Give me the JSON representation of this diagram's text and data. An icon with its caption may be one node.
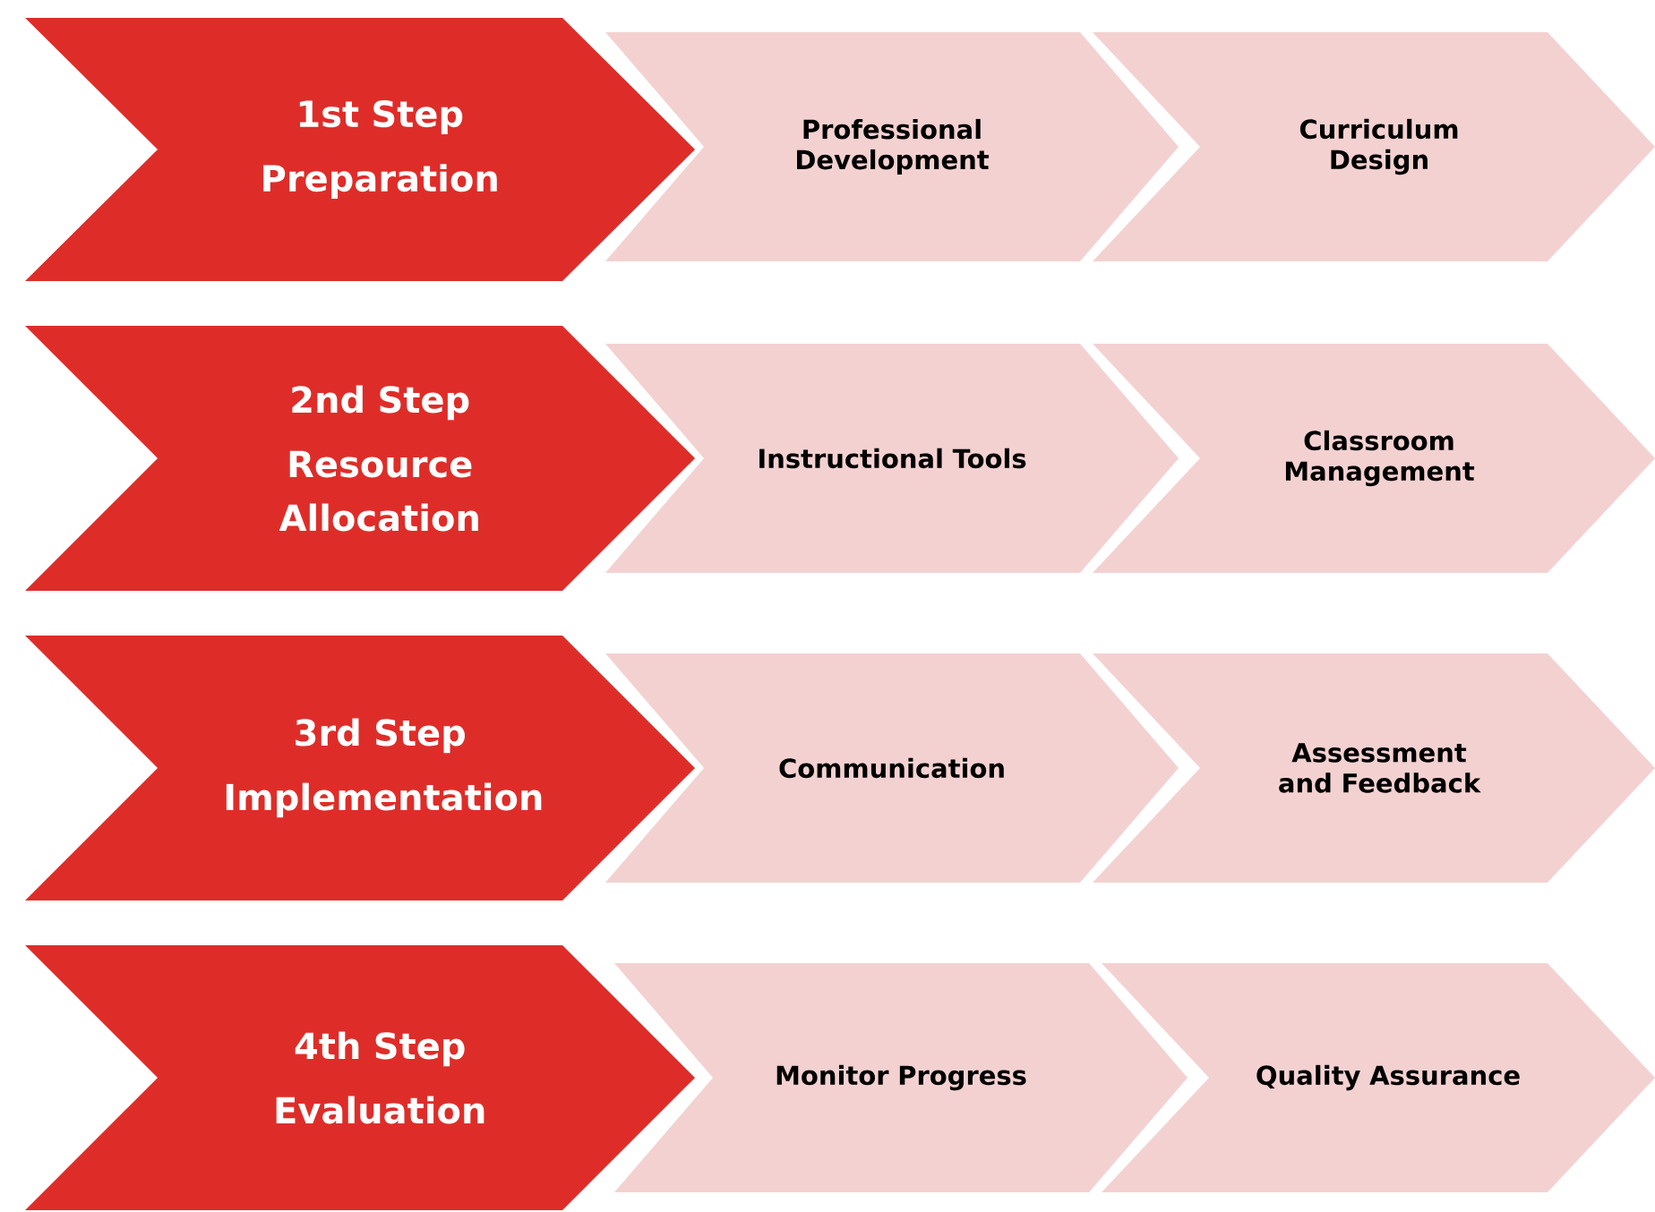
{
  "diagram": {
    "nodes": [
      {
        "text": [
          "1st Step",
          "Preparation"
        ]
      },
      {
        "text": [
          "Professional Development"
        ]
      },
      {
        "text": [
          "Curriculum Design"
        ]
      },
      {
        "text": [
          "2nd Step",
          "Resource Allocation"
        ]
      },
      {
        "text": [
          "Instructional Tools"
        ]
      },
      {
        "text": [
          "Classroom Management"
        ]
      },
      {
        "text": [
          "3rd Step",
          "Implementation"
        ]
      },
      {
        "text": [
          "Communication"
        ]
      },
      {
        "text": [
          "Assessment and Feedback"
        ]
      },
      {
        "text": [
          "4th Step",
          "Evaluation"
        ]
      },
      {
        "text": [
          "Monitor Progress"
        ]
      },
      {
        "text": [
          "Quality Assurance"
        ]
      }
    ]
  }
}
